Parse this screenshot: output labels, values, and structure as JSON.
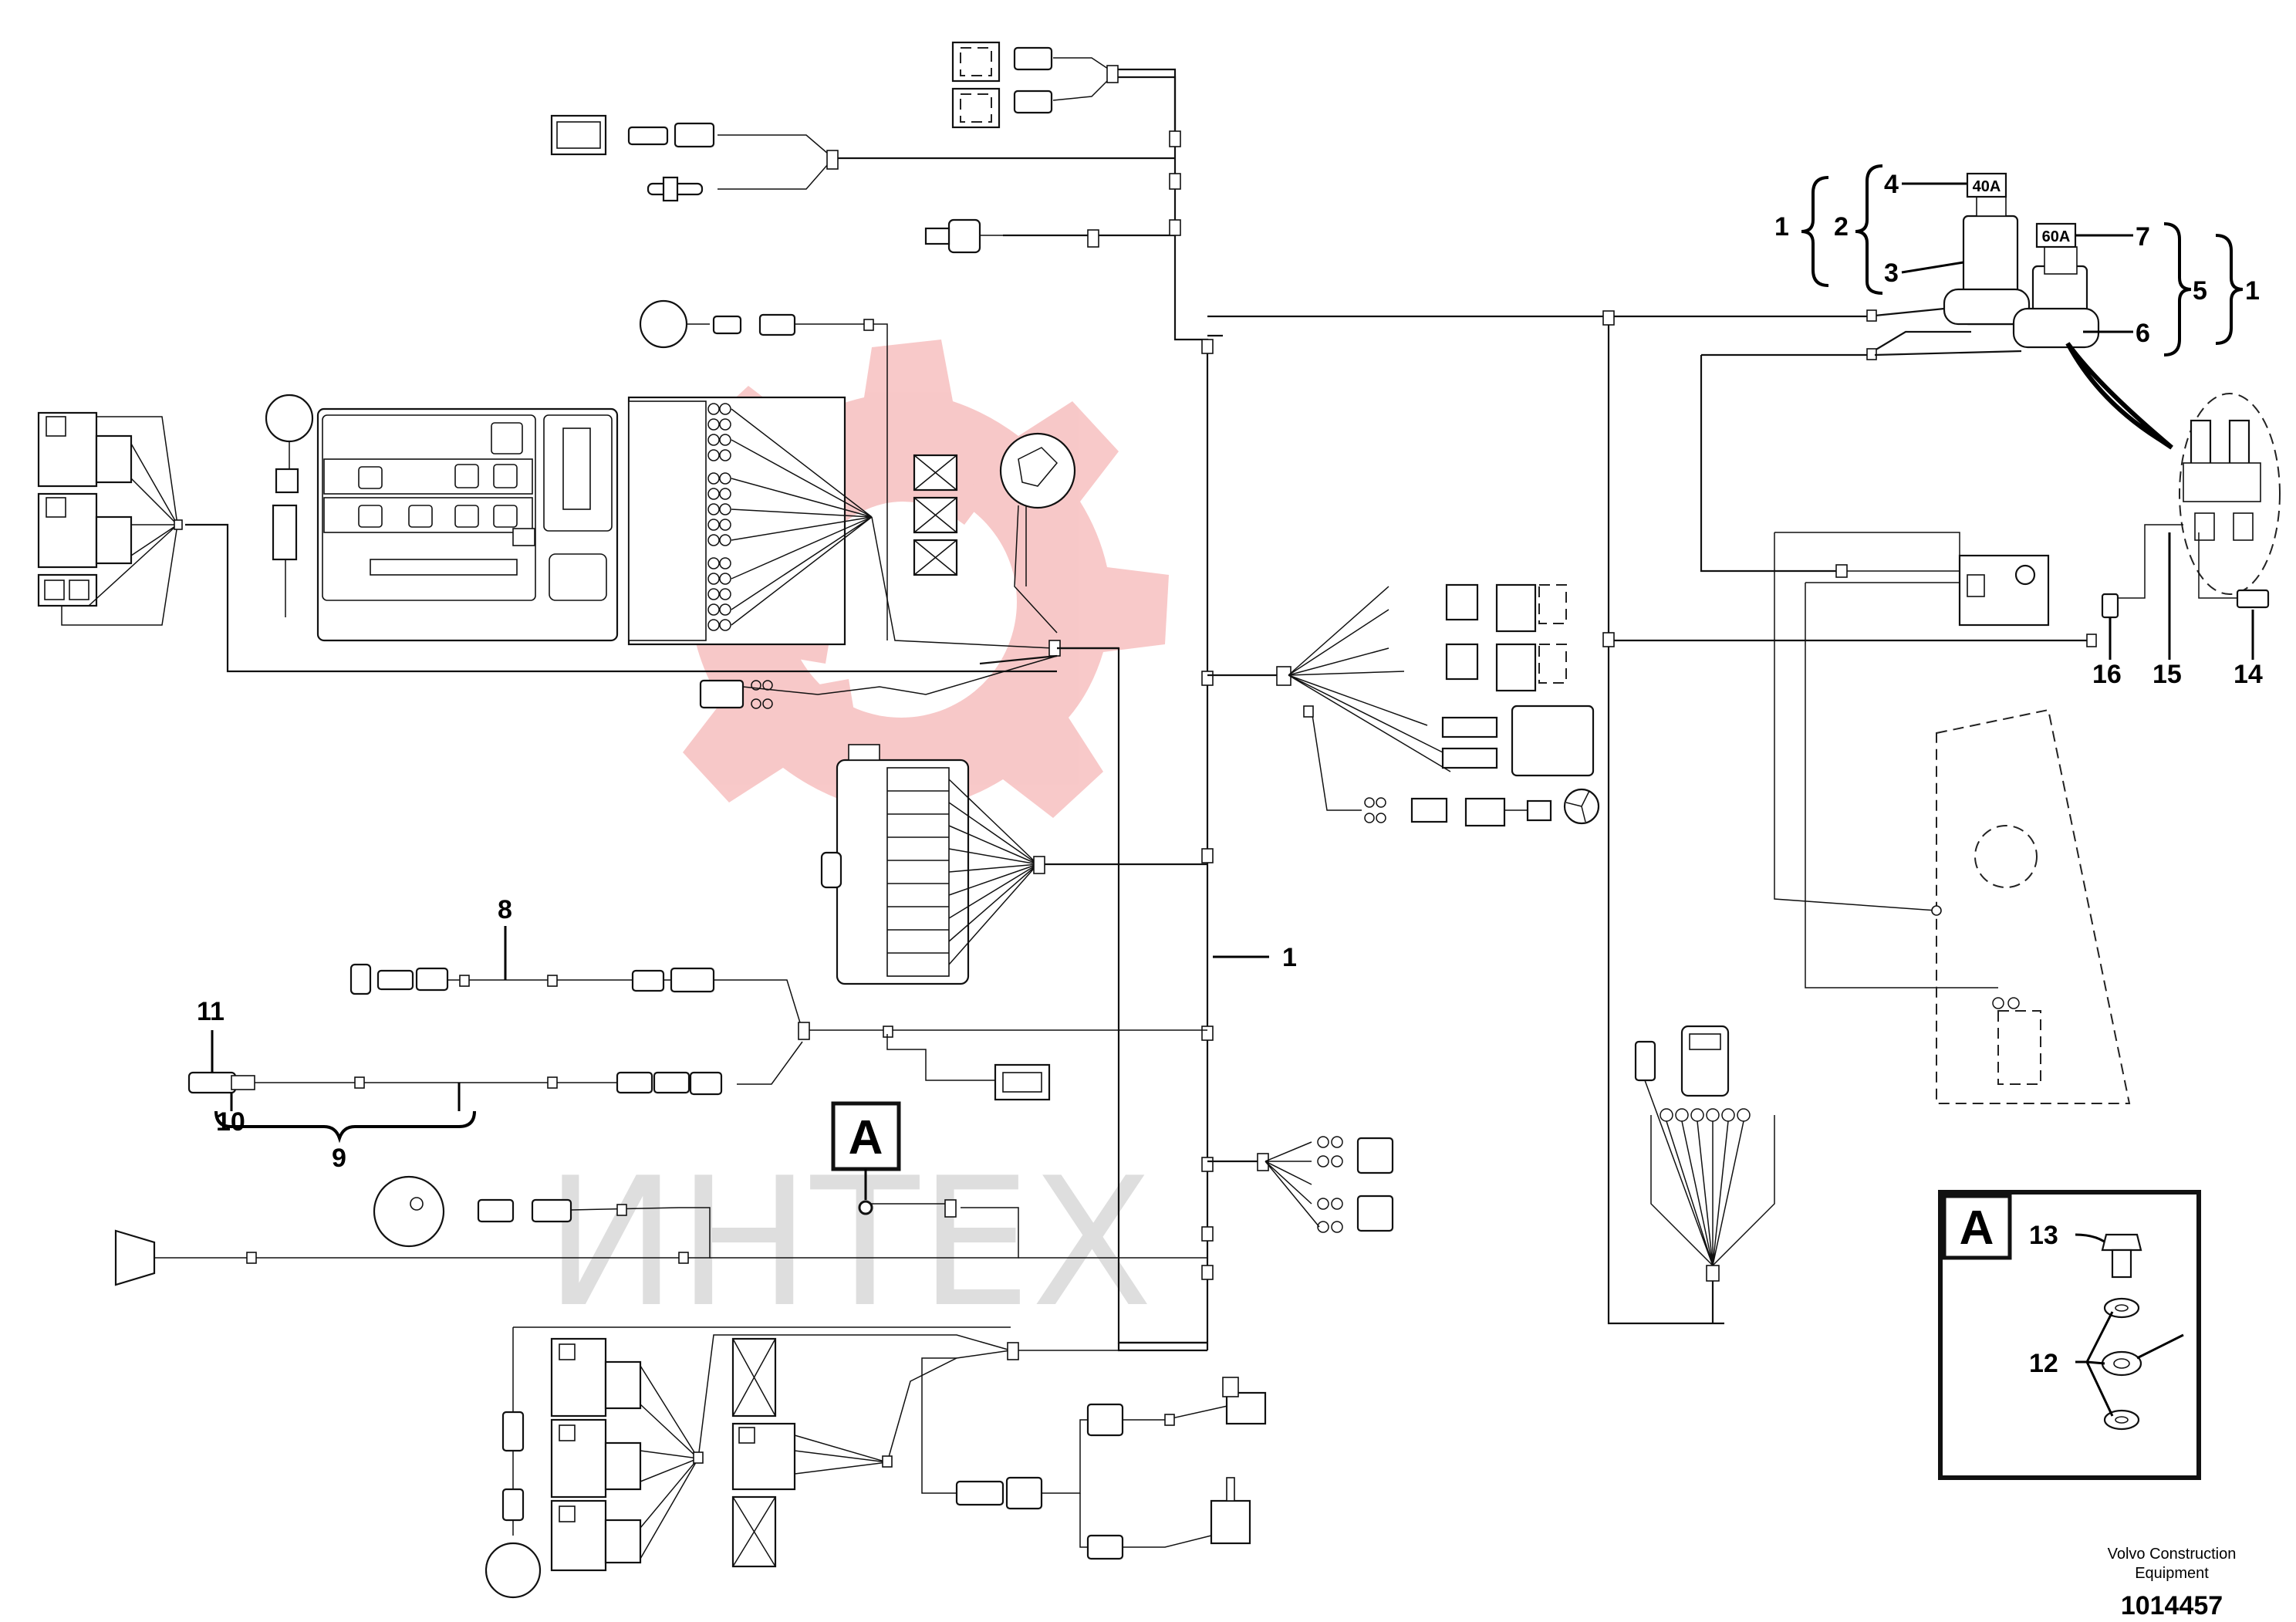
{
  "callouts": {
    "c1_main": "1",
    "c1_top_left": "1",
    "c1_top_right": "1",
    "c2": "2",
    "c3": "3",
    "c4": "4",
    "c5": "5",
    "c6": "6",
    "c7": "7",
    "c8": "8",
    "c9": "9",
    "c10": "10",
    "c11": "11",
    "c12": "12",
    "c13": "13",
    "c14": "14",
    "c15": "15",
    "c16": "16"
  },
  "fuses": {
    "fuse_40": "40A",
    "fuse_60": "60A"
  },
  "detail": {
    "marker_label": "A",
    "inset_label": "A"
  },
  "footer": {
    "manufacturer_line1": "Volvo Construction",
    "manufacturer_line2": "Equipment",
    "document_number": "1014457"
  },
  "watermark": {
    "text": "ИНТЕХ",
    "logo_color": "#f7c3c3"
  }
}
